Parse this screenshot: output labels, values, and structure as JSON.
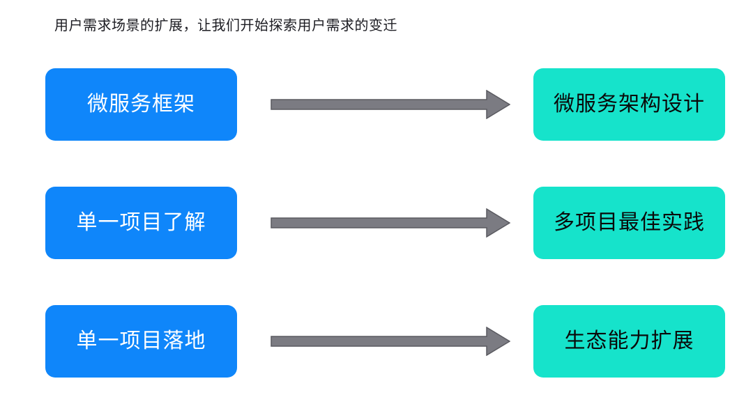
{
  "page": {
    "background_color": "#ffffff",
    "heading": "用户需求场景的扩展，让我们开始探索用户需求的变迁"
  },
  "theme": {
    "source_box_color": "#0f86fa",
    "source_text_color": "#ffffff",
    "target_box_color": "#16e3cb",
    "target_text_color": "#0a0a0a",
    "arrow_fill_color": "#7b7b82",
    "arrow_stroke_color": "#5a5a60",
    "heading_text_color": "#1c1c22"
  },
  "diagram": {
    "type": "transition-mapping",
    "arrow_icon_name": "right-arrow-icon",
    "rows": [
      {
        "source": "微服务框架",
        "arrow": "→",
        "target": "微服务架构设计"
      },
      {
        "source": "单一项目了解",
        "arrow": "→",
        "target": "多项目最佳实践"
      },
      {
        "source": "单一项目落地",
        "arrow": "→",
        "target": "生态能力扩展"
      }
    ]
  }
}
